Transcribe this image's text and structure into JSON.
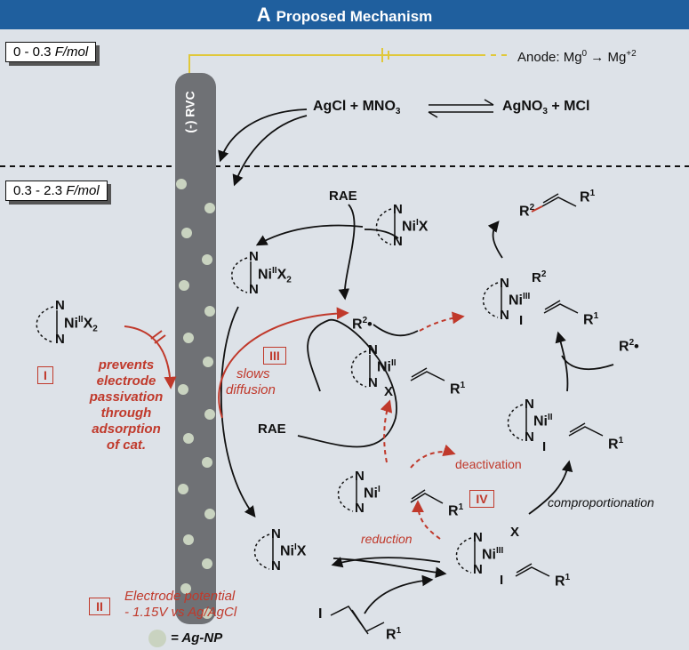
{
  "header": {
    "letter": "A",
    "title": "Proposed Mechanism"
  },
  "phases": {
    "phase1": {
      "range": "0 - 0.3",
      "unit": "F/mol"
    },
    "phase2": {
      "range": "0.3 - 2.3",
      "unit": "F/mol"
    }
  },
  "electrode": {
    "label": "(-) RVC"
  },
  "anode": {
    "text": "Anode: Mg",
    "sup1": "0",
    "arrow": "→",
    "text2": "Mg",
    "sup2": "+2"
  },
  "equation": {
    "left1": "AgCl",
    "left2": "+ MNO",
    "left2_sub": "3",
    "right1": "AgNO",
    "right1_sub": "3",
    "right2": "+ MCl"
  },
  "species": {
    "ni_ii_x2_free": {
      "ni": "Ni",
      "ox": "II",
      "x": "X",
      "sub": "2"
    },
    "ni_ii_x2_top": {
      "ni": "Ni",
      "ox": "II",
      "x": "X",
      "sub": "2"
    },
    "ni_i_x_top": {
      "ni": "Ni",
      "ox": "I",
      "x": "X"
    },
    "ni_i_x_bottom": {
      "ni": "Ni",
      "ox": "I",
      "x": "X"
    },
    "ni_iii_top": {
      "ni": "Ni",
      "ox": "III",
      "r": "R",
      "r_sup": "2",
      "i": "I",
      "r1": "R",
      "r1_sup": "1"
    },
    "ni_ii_center": {
      "ni": "Ni",
      "ox": "II",
      "x": "X",
      "r1": "R",
      "r1_sup": "1"
    },
    "ni_ii_right": {
      "ni": "Ni",
      "ox": "II",
      "i": "I",
      "r1": "R",
      "r1_sup": "1"
    },
    "ni_i_center": {
      "ni": "Ni",
      "ox": "I",
      "r1": "R",
      "r1_sup": "1"
    },
    "ni_iii_bottom": {
      "ni": "Ni",
      "ox": "III",
      "x": "X",
      "i": "I",
      "r1": "R",
      "r1_sup": "1"
    },
    "n": "N",
    "rae": "RAE",
    "radical": {
      "r": "R",
      "sup": "2",
      "dot": "•"
    },
    "alkene_product": {
      "r2": "R",
      "r2_sup": "2",
      "r1": "R",
      "r1_sup": "1"
    },
    "vinyl_iodide": {
      "i": "I",
      "r1": "R",
      "r1_sup": "1"
    }
  },
  "annotations": {
    "I": {
      "num": "I",
      "lines": [
        "prevents",
        "electrode",
        "passivation",
        "through",
        "adsorption",
        "of cat."
      ]
    },
    "II": {
      "num": "II",
      "line1": "Electrode potential",
      "line2": "- 1.15V vs Ag/AgCl"
    },
    "III": {
      "num": "III",
      "line1": "slows",
      "line2": "diffusion"
    },
    "IV": {
      "num": "IV"
    },
    "deactivation": "deactivation",
    "reduction": "reduction",
    "comproportionation": "comproportionation"
  },
  "legend": {
    "text": "= Ag-NP"
  },
  "colors": {
    "header": "#1f5f9e",
    "background": "#dde2e8",
    "accent": "#c0392b",
    "electrode": "#6f7175",
    "particle": "#c9d3c0",
    "wire": "#e0c83a"
  }
}
